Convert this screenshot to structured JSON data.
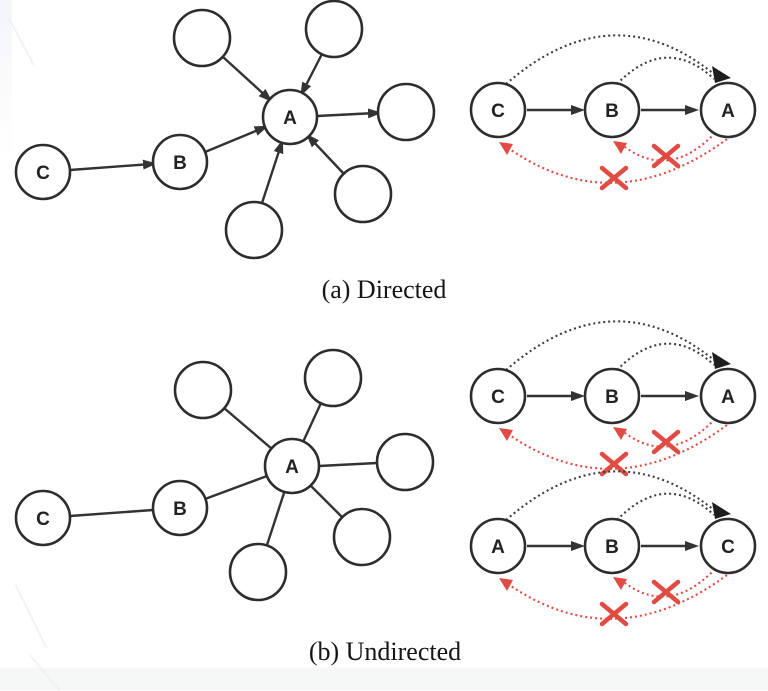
{
  "figure": {
    "description_colors": {
      "ink": "#2d2d2d",
      "dotted_black": "#3d3d3d",
      "forbidden_red": "#e04b43",
      "paper": "#ffffff"
    },
    "panel_a": {
      "caption": "(a) Directed",
      "star_labels": {
        "a": "A",
        "b": "B",
        "c": "C"
      },
      "chain_labels": {
        "left": "C",
        "mid": "B",
        "right": "A"
      }
    },
    "panel_b": {
      "caption": "(b) Undirected",
      "star_labels": {
        "a": "A",
        "b": "B",
        "c": "C"
      },
      "chain_top_labels": {
        "left": "C",
        "mid": "B",
        "right": "A"
      },
      "chain_bottom_labels": {
        "left": "A",
        "mid": "B",
        "right": "C"
      }
    }
  }
}
